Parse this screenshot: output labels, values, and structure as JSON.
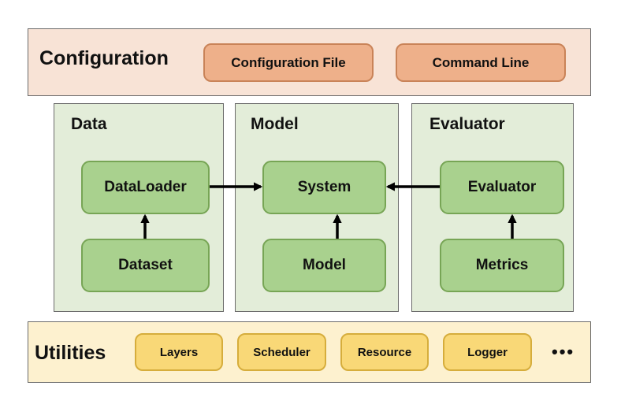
{
  "configuration": {
    "title": "Configuration",
    "items": [
      "Configuration File",
      "Command Line"
    ]
  },
  "panels": [
    {
      "title": "Data",
      "top_box": "DataLoader",
      "bottom_box": "Dataset"
    },
    {
      "title": "Model",
      "top_box": "System",
      "bottom_box": "Model"
    },
    {
      "title": "Evaluator",
      "top_box": "Evaluator",
      "bottom_box": "Metrics"
    }
  ],
  "utilities": {
    "title": "Utilities",
    "items": [
      "Layers",
      "Scheduler",
      "Resource",
      "Logger"
    ],
    "more": "•••"
  },
  "colors": {
    "config_band": "#f8e3d6",
    "config_box": "#eeb08a",
    "panel_bg": "#e3edd9",
    "green_box": "#a9d18e",
    "util_band": "#fdf1cf",
    "util_box": "#f9d877"
  }
}
